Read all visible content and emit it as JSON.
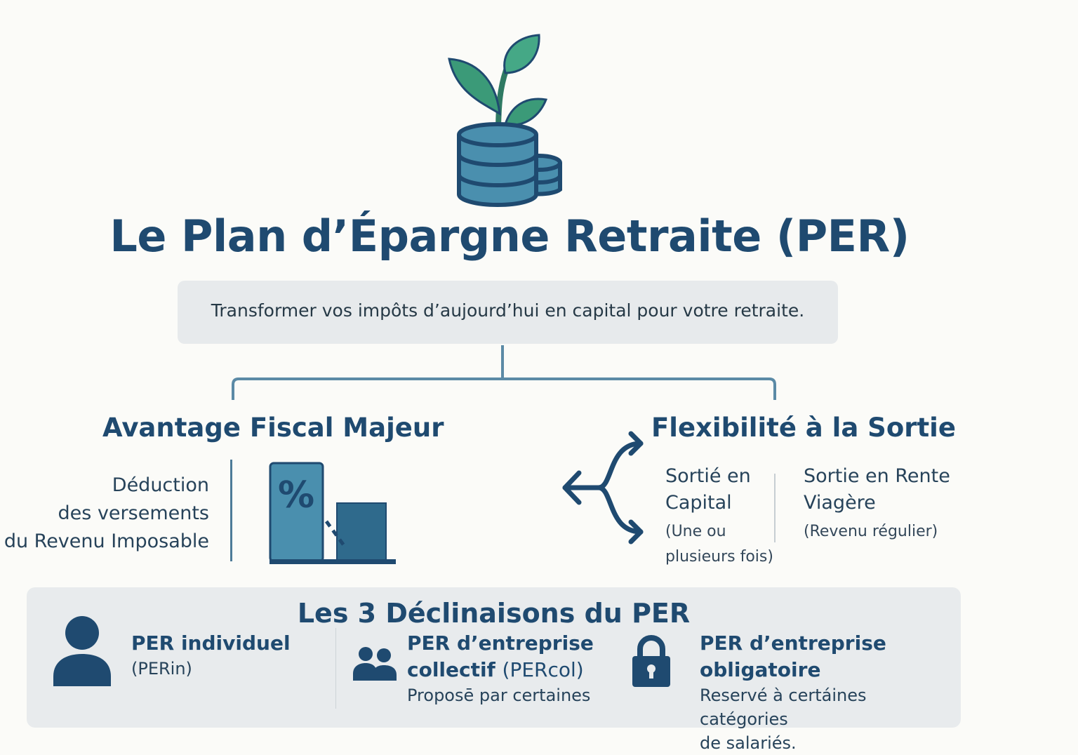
{
  "header": {
    "title": "Le Plan d’Épargne Retraite (PER)",
    "tagline": "Transformer vos impôts d’aujourd’hui en capital pour votre retraite."
  },
  "fiscal": {
    "title": "Avantage Fiscal Majeur",
    "lines": [
      "Déduction",
      "des versements",
      "du Revenu Imposable"
    ],
    "percent_symbol": "%"
  },
  "exit": {
    "title": "Flexibilité à la Sortie",
    "capital": {
      "line1": "Sortié en",
      "line2": "Capital",
      "note_line1": "(Une ou",
      "note_line2": "plusieurs fois)"
    },
    "rente": {
      "line1": "Sortie en Rente",
      "line2": "Viagère",
      "note": "(Revenu régulier)"
    }
  },
  "variants": {
    "title": "Les 3 Déclinaisons du PER",
    "individuel": {
      "name": "PER individuel",
      "code": "(PERin)"
    },
    "collectif": {
      "name_line1": "PER d’entreprise",
      "name_line2": "collectif ",
      "code": "(PERcol)",
      "text": "Proposē par certaines"
    },
    "obligatoire": {
      "name": "PER d’entreprise obligatoire",
      "text_line1": "Reservé à certáines catégories",
      "text_line2": "de salariés."
    }
  },
  "icons": {
    "hero": "plant-coins-icon",
    "fiscal": "percent-document-icon",
    "fork": "branching-arrows-icon",
    "individuel": "person-icon",
    "collectif": "group-icon",
    "obligatoire": "lock-icon"
  },
  "colors": {
    "primary": "#1f4a70",
    "accent": "#4a8fae",
    "leaf": "#3a9a78",
    "panel": "#e8ebed"
  }
}
